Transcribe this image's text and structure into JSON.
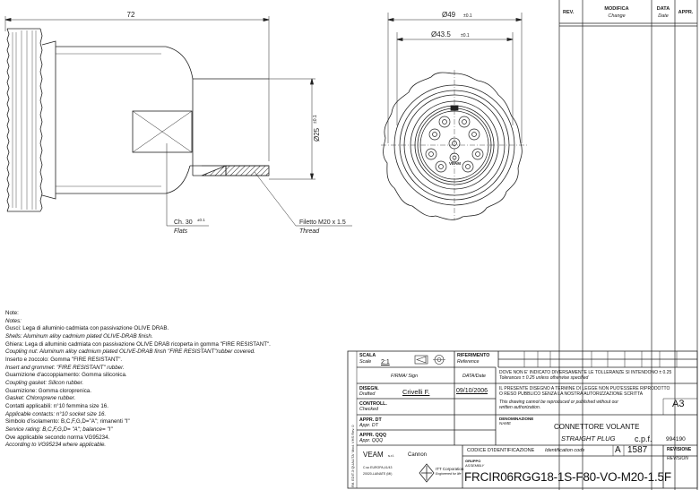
{
  "dims": {
    "length": "72",
    "dia_outer": "Ø49",
    "dia_outer_tol": "±0.1",
    "dia_mid": "Ø43.5",
    "dia_mid_tol": "±0.1",
    "dia_inner": "Ø25",
    "dia_inner_tol": "±0.1"
  },
  "callouts": {
    "flats_label": "Ch. 30",
    "flats_tol": "±0.1",
    "flats_en": "Flats",
    "thread_label": "Filetto M20 x 1.5",
    "thread_en": "Thread"
  },
  "connector_mark": "VEAM",
  "revision_table": {
    "rev": "REV.",
    "change_it": "MODIFICA",
    "change_en": "Change",
    "date_it": "DATA",
    "date_en": "Date",
    "appr": "APPR."
  },
  "notes": [
    {
      "text": "Note:",
      "italic": false
    },
    {
      "text": "Notes:",
      "italic": true
    },
    {
      "text": "Gusci: Lega di alluminio cadmiata con passivazione OLIVE DRAB.",
      "italic": false
    },
    {
      "text": "Shells: Aluminum alloy cadmium plated OLIVE-DRAB finish.",
      "italic": true
    },
    {
      "text": "Ghiera: Lega di alluminio cadmiata con passivazione OLIVE DRAB ricoperta in gomma \"FIRE RESISTANT\".",
      "italic": false
    },
    {
      "text": "Coupling nut: Aluminum alloy cadmium plated OLIVE-DRAB finsh \"FIRE RESISTANT\"rubber covered.",
      "italic": true
    },
    {
      "text": "Inserto e zoccolo: Gomma \"FIRE RESISTANT\".",
      "italic": false
    },
    {
      "text": "Insert and grommet: \"FIRE RESISTANT\" rubber.",
      "italic": true
    },
    {
      "text": "Guarnizione d'accoppiamento: Gomma siliconica.",
      "italic": false
    },
    {
      "text": "Coupling gasket: Silicon rubber.",
      "italic": true
    },
    {
      "text": "Guarnizione: Gomma cloroprenica.",
      "italic": false
    },
    {
      "text": "Gasket: Chloroprene rubber.",
      "italic": true
    },
    {
      "text": "Contatti applicabili: n°10 femmina size 16.",
      "italic": false
    },
    {
      "text": "Applicable contacts: n°10 socket size 16.",
      "italic": true
    },
    {
      "text": "Simbolo d'isolamento: B,C,F,G,D=\"A\"; rimanenti \"I\"",
      "italic": false
    },
    {
      "text": "Service rating: B,C,F,G,D= \"A\"; balance= \"I\"",
      "italic": true
    },
    {
      "text": "Ove applicabile secondo norma VG95234.",
      "italic": false
    },
    {
      "text": "According to VG95234 where applicable.",
      "italic": true
    }
  ],
  "title_block": {
    "scale_label": "SCALA",
    "scale_label_en": "Scale",
    "scale_value": "2:1",
    "reference_label": "RIFERIMENTO",
    "reference_label_en": "Reference",
    "sign_label": "FIRMA/ Sign",
    "date_label": "DATA/Date",
    "drafted_label": "DISEGN.",
    "drafted_label_en": "Drafted",
    "drafted_by": "Crivelli F.",
    "drafted_date": "09/10/2006",
    "checked_label": "CONTROLL.",
    "checked_label_en": "Checked",
    "appr_dt_label": "APPR. DT",
    "appr_dt_label_en": "Appr. DT",
    "appr_qqq_label": "APPR. QQQ",
    "appr_qqq_label_en": "Appr. QQQ",
    "tolerance_it": "DOVE NON E' INDICATO DIVERSAMENTE LE TOLLERANZE SI INTENDONO ± 0.25",
    "tolerance_en": "Tolerances ± 0.25 unless otherwise specified",
    "legal_it_1": "IL PRESENTE DISEGNO A TERMINE DI LEGGE NON PUO'ESSERE RIPRODOTTO",
    "legal_it_2": "O RESO PUBBLICO SENZA LA NOSTRA AUTORIZZAZIONE SCRITTA",
    "legal_en_1": "This drawing cannot be reproduced or published without our",
    "legal_en_2": "written authorization.",
    "sheet_size": "A3",
    "name_label": "DENOMINAZIONE",
    "name_label_en": "NAME",
    "name_it": "CONNETTORE VOLANTE",
    "name_en": "STRAIGHT PLUG",
    "cpf_label": "c.p.f.",
    "cpf_value": "994190",
    "company": "VEAM",
    "company_suffix": "s.r.l.",
    "cannon": "Cannon",
    "address_1": "C.so EUROPA,41/43",
    "address_2": "20020-LAINATE (MI)",
    "itt_1": "ITT Corporation",
    "itt_2": "Engineered for life",
    "id_code_label": "CODICE D'IDENTIFICAZIONE",
    "id_code_label_en": "Identification code",
    "id_size": "A",
    "id_number": "1587",
    "revision_label": "REVISIONE",
    "revision_label_en": "REVISION",
    "group_label": "GRUPPO",
    "group_label_en": "ASSEMBLY",
    "part_number": "FRCIR06RGG18-1S-F80-VO-M20-1.5F",
    "side_text": "Rif. EDIT.3 QUALITA' Mod. VHS Rev. 0"
  }
}
